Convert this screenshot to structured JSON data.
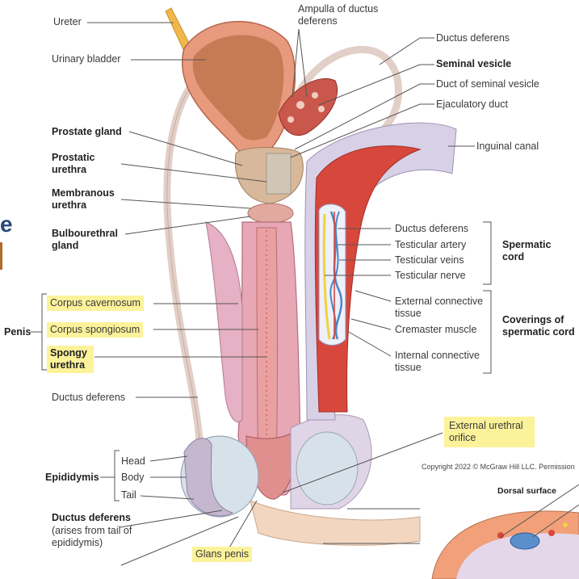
{
  "labels": {
    "ureter": "Ureter",
    "urinary_bladder": "Urinary bladder",
    "ampulla": "Ampulla of ductus deferens",
    "ductus_deferens_top": "Ductus deferens",
    "seminal_vesicle": "Seminal vesicle",
    "duct_seminal_vesicle": "Duct of seminal vesicle",
    "ejaculatory_duct": "Ejaculatory duct",
    "prostate_gland": "Prostate gland",
    "prostatic_urethra": "Prostatic urethra",
    "inguinal_canal": "Inguinal canal",
    "membranous_urethra": "Membranous urethra",
    "bulbourethral_gland": "Bulbourethral gland",
    "ductus_deferens_cord": "Ductus deferens",
    "testicular_artery": "Testicular artery",
    "testicular_veins": "Testicular veins",
    "testicular_nerve": "Testicular nerve",
    "spermatic_cord": "Spermatic cord",
    "external_connective_tissue": "External connective tissue",
    "cremaster_muscle": "Cremaster muscle",
    "internal_connective_tissue": "Internal connective tissue",
    "coverings": "Coverings of spermatic cord",
    "corpus_cavernosum": "Corpus cavernosum",
    "corpus_spongiosum": "Corpus spongiosum",
    "spongy_urethra": "Spongy urethra",
    "penis": "Penis",
    "ductus_deferens_left": "Ductus deferens",
    "external_urethral_orifice": "External urethral orifice",
    "head": "Head",
    "body": "Body",
    "tail": "Tail",
    "epididymis": "Epididymis",
    "ductus_deferens_bottom": "Ductus deferens",
    "ductus_deferens_bottom_note": "(arises from tail of epididymis)",
    "glans_penis": "Glans penis",
    "copyright": "Copyright 2022 © McGraw Hill LLC. Permission",
    "dorsal_surface": "Dorsal surface"
  },
  "edge_fragments": {
    "left_letter": "e"
  },
  "colors": {
    "highlight": "#fcf29a",
    "bladder": "#e79a7e",
    "bladder_inner": "#c77b55",
    "prostate": "#d8b89a",
    "penis_tissue": "#e7a7b4",
    "muscle": "#d8473c",
    "testis": "#cfd9e3",
    "vein": "#4a86c8",
    "nerve": "#f1d23e",
    "duct_tube": "#e7d3cc"
  }
}
